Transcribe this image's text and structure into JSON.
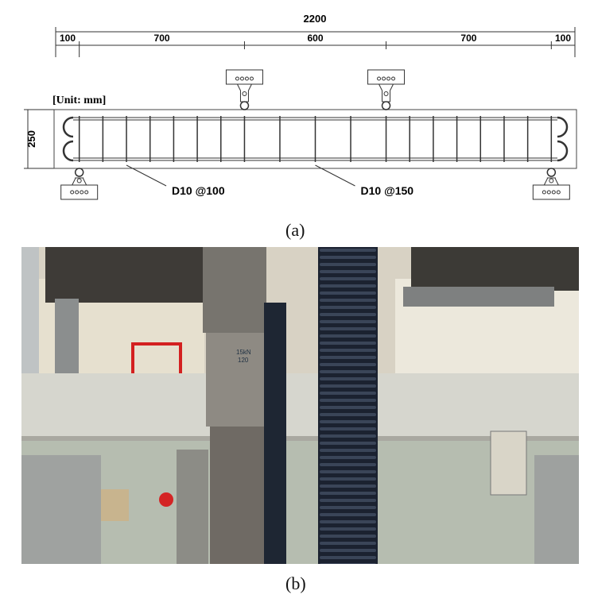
{
  "figure_a": {
    "caption": "(a)",
    "unit_label": "[Unit: mm]",
    "total_length_label": "2200",
    "segments": [
      {
        "label": "100",
        "mm": 100
      },
      {
        "label": "700",
        "mm": 700
      },
      {
        "label": "600",
        "mm": 600
      },
      {
        "label": "700",
        "mm": 700
      },
      {
        "label": "100",
        "mm": 100
      }
    ],
    "height_label": "250",
    "beam_length_mm": 2200,
    "beam_height_mm": 250,
    "stirrup_positions_mm": [
      100,
      200,
      300,
      400,
      500,
      600,
      700,
      800,
      950,
      1100,
      1250,
      1400,
      1500,
      1600,
      1700,
      1800,
      1900,
      2000,
      2100
    ],
    "support_positions_mm": [
      100,
      2100
    ],
    "load_positions_mm": [
      800,
      1400
    ],
    "stirrup_callouts": [
      {
        "label": "D10 @100",
        "at_mm": 300
      },
      {
        "label": "D10 @150",
        "at_mm": 1100
      }
    ]
  },
  "figure_b": {
    "caption": "(b)",
    "photo_notes": [
      "15kN",
      "120"
    ]
  }
}
